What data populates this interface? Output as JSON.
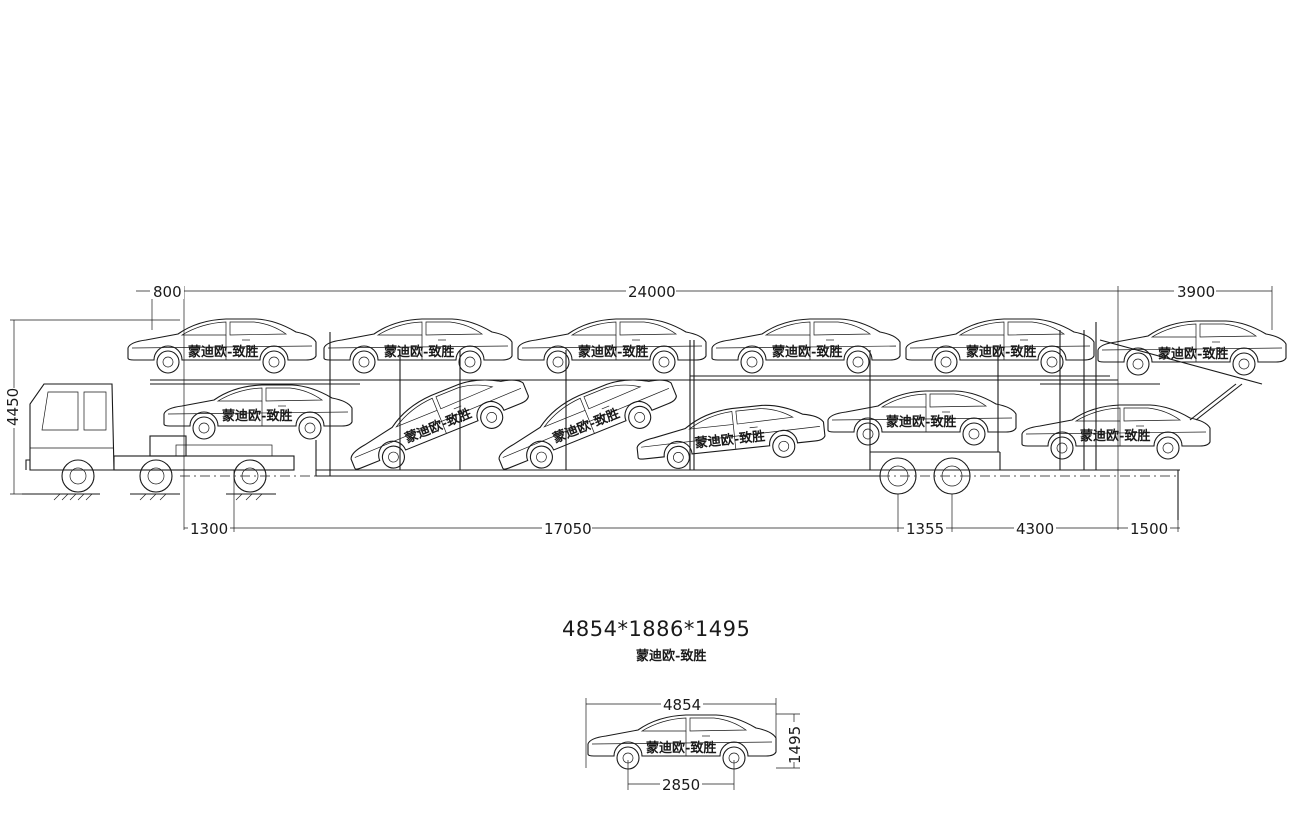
{
  "drawing": {
    "car_model_label": "蒙迪欧-致胜",
    "car_size_label": "4854*1886*1495",
    "car_subtitle": "蒙迪欧-致胜",
    "overall_height": "4450",
    "dimensions_top": {
      "front_overhang": "800",
      "trailer_length": "24000",
      "rear_extension": "3900"
    },
    "dimensions_bottom": {
      "kingpin_offset": "1300",
      "kingpin_to_axle": "17050",
      "axle_spacing": "1355",
      "axle_to_rear": "4300",
      "rear_overhang": "1500"
    },
    "car_detail": {
      "length": "4854",
      "height": "1495",
      "wheelbase": "2850"
    }
  }
}
